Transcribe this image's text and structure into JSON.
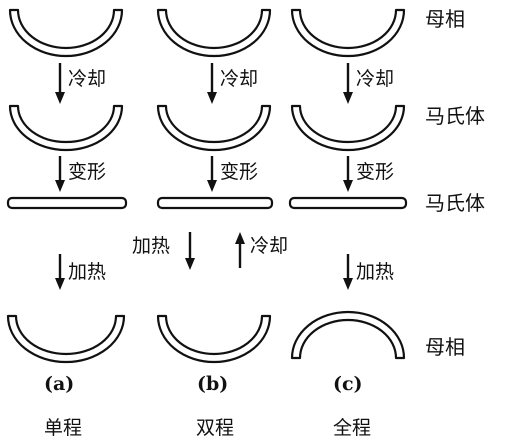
{
  "labels": {
    "parent_phase_top": "母相",
    "martensite_1": "马氏体",
    "martensite_2": "马氏体",
    "parent_phase_bottom": "母相"
  },
  "steps": {
    "cool": "冷却",
    "deform": "变形",
    "heat": "加热"
  },
  "columns": [
    {
      "sub": "(a)",
      "caption": "单程"
    },
    {
      "sub": "(b)",
      "caption": "双程"
    },
    {
      "sub": "(c)",
      "caption": "全程"
    }
  ]
}
